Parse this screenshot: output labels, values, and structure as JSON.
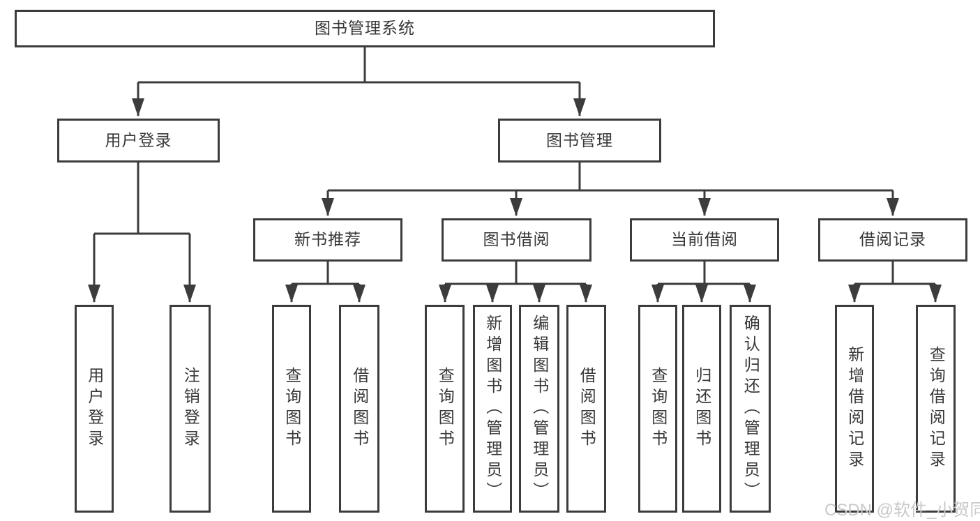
{
  "diagram": {
    "title": "图书管理系统",
    "level2": {
      "user_login": "用户登录",
      "book_mgmt": "图书管理"
    },
    "level3": {
      "new_book": "新书推荐",
      "borrow": "图书借阅",
      "current": "当前借阅",
      "records": "借阅记录"
    },
    "leaves": {
      "user_login": "用户登录",
      "logout": "注销登录",
      "nb_query": "查询图书",
      "nb_borrow": "借阅图书",
      "bb_query": "查询图书",
      "bb_add": "新增图书（管理员）",
      "bb_edit": "编辑图书（管理员）",
      "bb_borrow": "借阅图书",
      "cb_query": "查询图书",
      "cb_return": "归还图书",
      "cb_confirm": "确认归还（管理员）",
      "br_add": "新增借阅记录",
      "br_query": "查询借阅记录"
    },
    "colors": {
      "line": "#3c3c3c",
      "text": "#383838",
      "box_bg": "#ffffff",
      "watermark": "#c9c9c9"
    },
    "watermark": "CSDN @软件_小贺同学"
  }
}
